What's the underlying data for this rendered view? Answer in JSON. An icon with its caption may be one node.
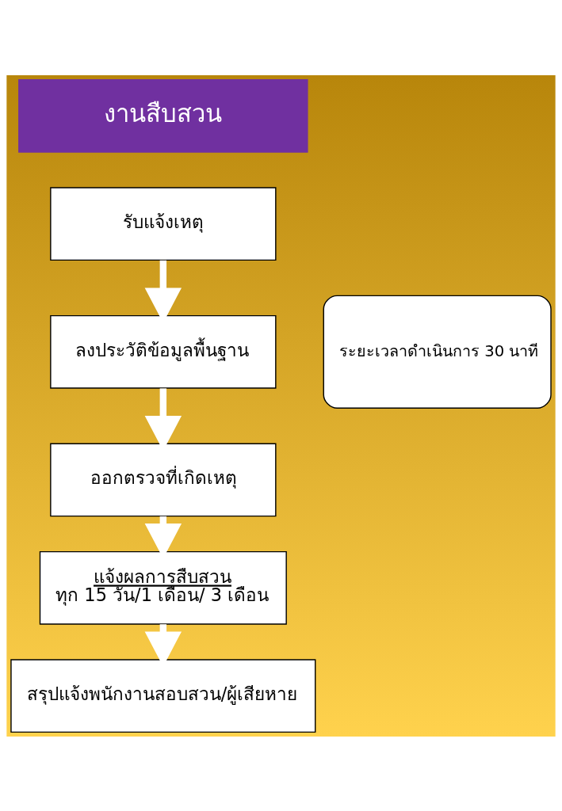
{
  "diagram": {
    "nodes": [
      {
        "text": [
          "งานสืบสวน"
        ]
      },
      {
        "text": [
          "รับแจ้งเหตุ"
        ]
      },
      {
        "text": [
          "ลงประวัติข้อมูลพื้นฐาน"
        ]
      },
      {
        "text": [
          "ออกตรวจที่เกิดเหตุ"
        ]
      },
      {
        "text": [
          "แจ้งผลการสืบสวน",
          "ทุก 15 วัน/1 เดือน/ 3 เดือน"
        ]
      },
      {
        "text": [
          "สรุปแจ้งพนักงานสอบสวน/ผู้เสียหาย"
        ]
      },
      {
        "text": [
          "ระยะเวลาดำเนินการ 30 นาที"
        ]
      }
    ],
    "edges": [
      {
        "from": 1,
        "to": 2,
        "arrow": "to"
      },
      {
        "from": 2,
        "to": 3,
        "arrow": "to"
      },
      {
        "from": 3,
        "to": 4,
        "arrow": "to"
      },
      {
        "from": 4,
        "to": 5,
        "arrow": "to"
      }
    ]
  }
}
